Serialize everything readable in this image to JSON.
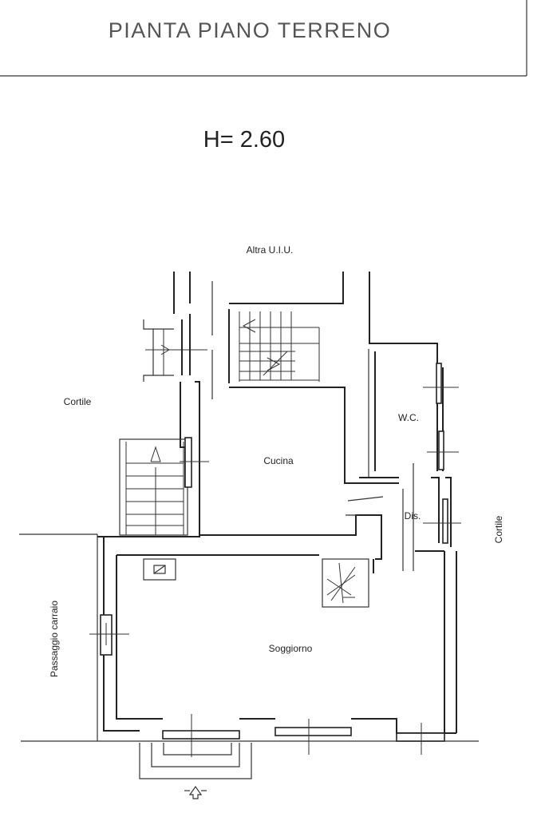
{
  "header": {
    "title": "PIANTA PIANO TERRENO"
  },
  "height_label": "H= 2.60",
  "rooms": {
    "cucina": "Cucina",
    "soggiorno": "Soggiorno",
    "wc": "W.C.",
    "dis": "Dis."
  },
  "surroundings": {
    "altra_uiu": "Altra U.I.U.",
    "cortile_left": "Cortile",
    "cortile_right": "Cortile",
    "passaggio": "Passaggio carraio"
  }
}
